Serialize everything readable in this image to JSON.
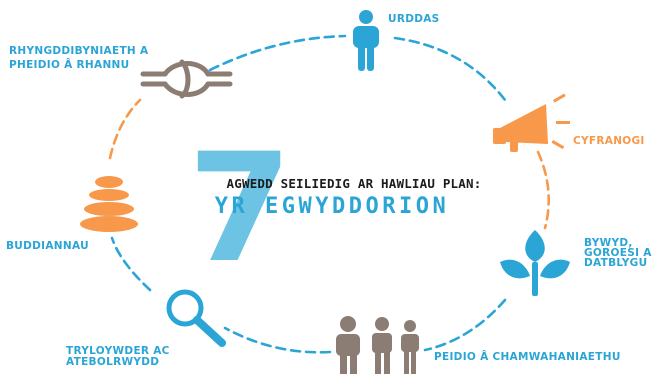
{
  "colors": {
    "blue": "#2aa5d6",
    "orange": "#f7984a",
    "taupe": "#8b7d73",
    "numeral": "#6cc3e3",
    "dark": "#1c1c1c"
  },
  "center": {
    "number": "7",
    "line1": "AGWEDD SEILIEDIG AR HAWLIAU PLAN:",
    "line2": "YR EGWYDDORION"
  },
  "principles": [
    {
      "id": "urddas",
      "lines": [
        "URDDAS"
      ],
      "icon": "person-icon",
      "color": "blue"
    },
    {
      "id": "cyfranogi",
      "lines": [
        "CYFRANOGI"
      ],
      "icon": "megaphone-icon",
      "color": "orange"
    },
    {
      "id": "bywyd",
      "lines": [
        "BYWYD,",
        "GOROESI A",
        "DATBLYGU"
      ],
      "icon": "sprout-icon",
      "color": "blue"
    },
    {
      "id": "peidio-chamwahaniaethu",
      "lines": [
        "PEIDIO Â CHAMWAHANIAETHU"
      ],
      "icon": "people-group-icon",
      "color": "blue"
    },
    {
      "id": "tryloywder",
      "lines": [
        "TRYLOYWDER AC",
        "ATEBOLRWYDD"
      ],
      "icon": "magnifier-icon",
      "color": "blue"
    },
    {
      "id": "buddiannau",
      "lines": [
        "BUDDIANNAU"
      ],
      "icon": "balance-stones-icon",
      "color": "orange"
    },
    {
      "id": "rhyngddibyniaeth",
      "lines": [
        "RHYNGDDIBYNIAETH A",
        "PHEIDIO Â RHANNU"
      ],
      "icon": "reef-knot-icon",
      "color": "blue"
    }
  ]
}
